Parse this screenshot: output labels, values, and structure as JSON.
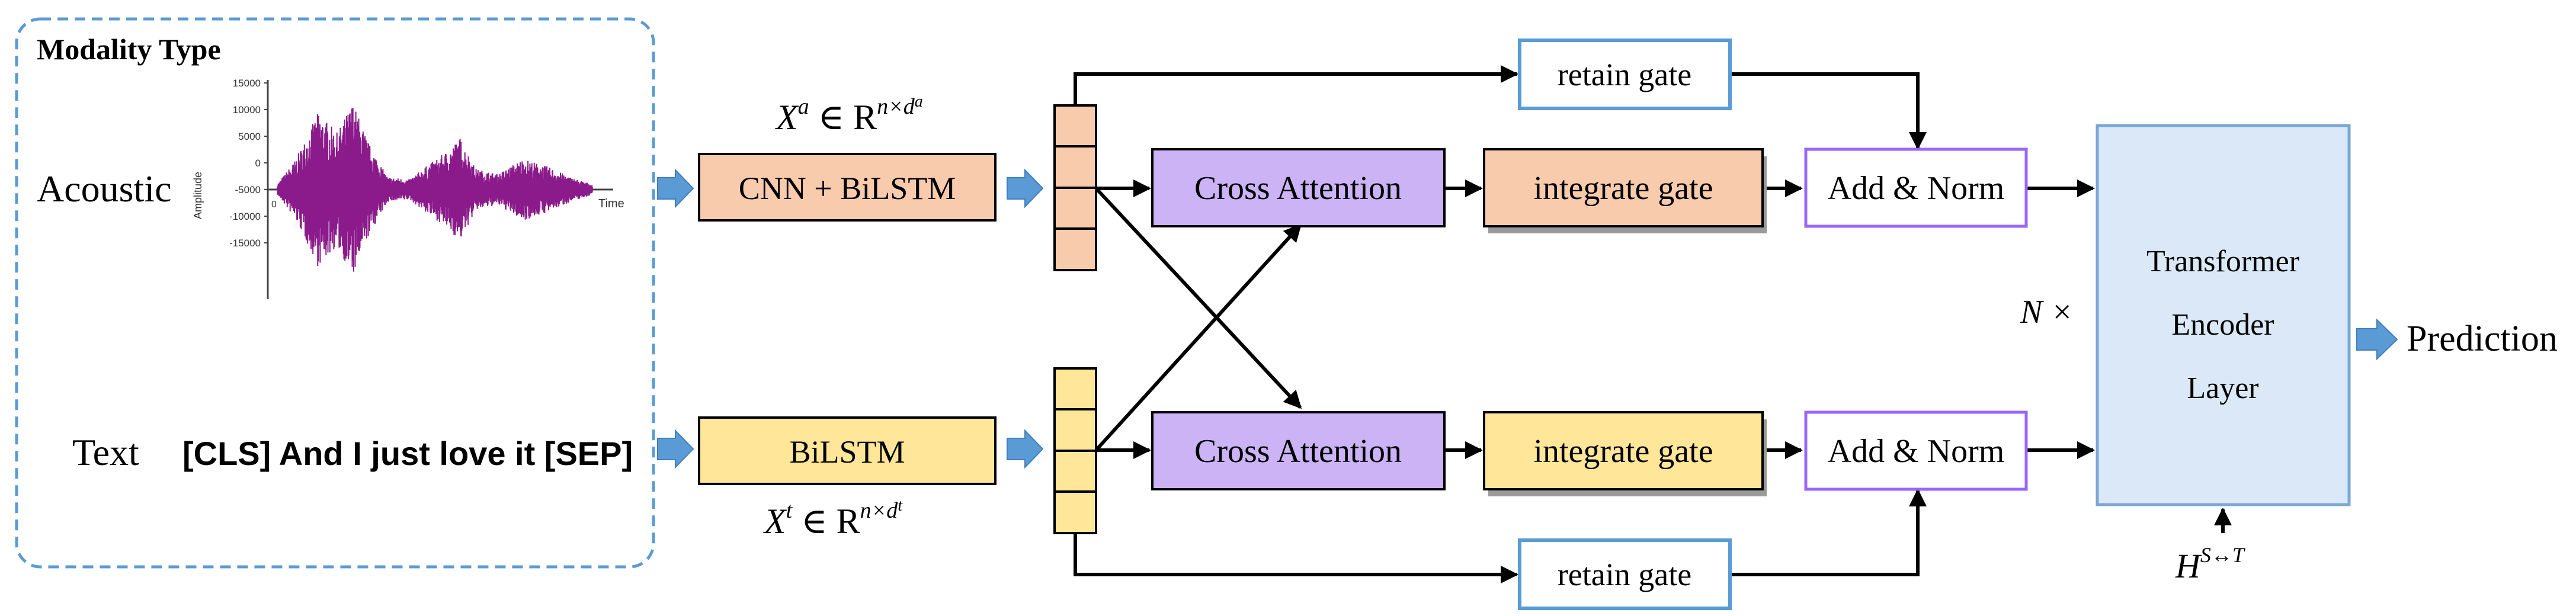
{
  "modality_panel": {
    "title": "Modality Type",
    "acoustic_label": "Acoustic",
    "text_label": "Text",
    "sample_text": "[CLS] And I just love it [SEP]",
    "waveform": {
      "y_axis_label": "Amplitude",
      "x_axis_label": "Time",
      "y_ticks": [
        "15000",
        "10000",
        "5000",
        "0",
        "-5000",
        "-10000",
        "-15000"
      ],
      "x_tick": "0"
    }
  },
  "acoustic_branch": {
    "encoder": "CNN + BiLSTM",
    "feature_var": "X",
    "feature_sup": "a",
    "feature_set": " ∈ R",
    "feature_dims": "n×d",
    "feature_dims_sup": "a",
    "cross_attention": "Cross Attention",
    "integrate_gate": "integrate gate",
    "add_norm": "Add & Norm",
    "retain_gate": "retain gate"
  },
  "text_branch": {
    "encoder": "BiLSTM",
    "feature_var": "X",
    "feature_sup": "t",
    "feature_set": " ∈ R",
    "feature_dims": "n×d",
    "feature_dims_sup": "t",
    "cross_attention": "Cross Attention",
    "integrate_gate": "integrate gate",
    "add_norm": "Add & Norm",
    "retain_gate": "retain gate"
  },
  "transformer": {
    "line1": "Transformer",
    "line2": "Encoder",
    "line3": "Layer",
    "repeat": "N ×",
    "input_var": "H",
    "input_sup": "S↔T"
  },
  "output": {
    "label": "Prediction"
  },
  "colors": {
    "dashed_border": "#5b9bd5",
    "acoustic_fill": "#f8cbad",
    "text_fill": "#ffe699",
    "attention_fill": "#ccb3f5",
    "attention_border": "#8a6ccc",
    "add_norm_border": "#9966ff",
    "retain_border": "#5b9bd5",
    "transformer_fill": "#dae8f7",
    "transformer_border": "#7aa7d6",
    "block_arrow": "#5b9bd5",
    "waveform": "#8b1a8b"
  }
}
